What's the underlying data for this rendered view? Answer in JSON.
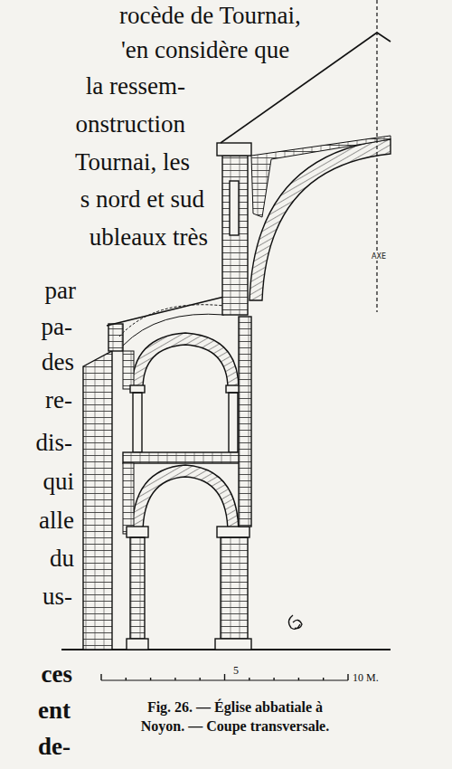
{
  "diagram": {
    "caption": "Fig. 26. — Église abbatiale à Noyon. — Coupe transversale.",
    "labels": [
      "rocède de Tournai,",
      "'en considère que",
      "la ressem-",
      "onstruction",
      "Tournai, les",
      "s nord et sud",
      "ubleaux très",
      "par",
      "pa-",
      "des",
      "re-",
      "dis-",
      "qui",
      "alle",
      "du",
      "us-",
      "ces",
      "ent",
      "de-",
      "AXE",
      "5",
      "10 M."
    ]
  }
}
